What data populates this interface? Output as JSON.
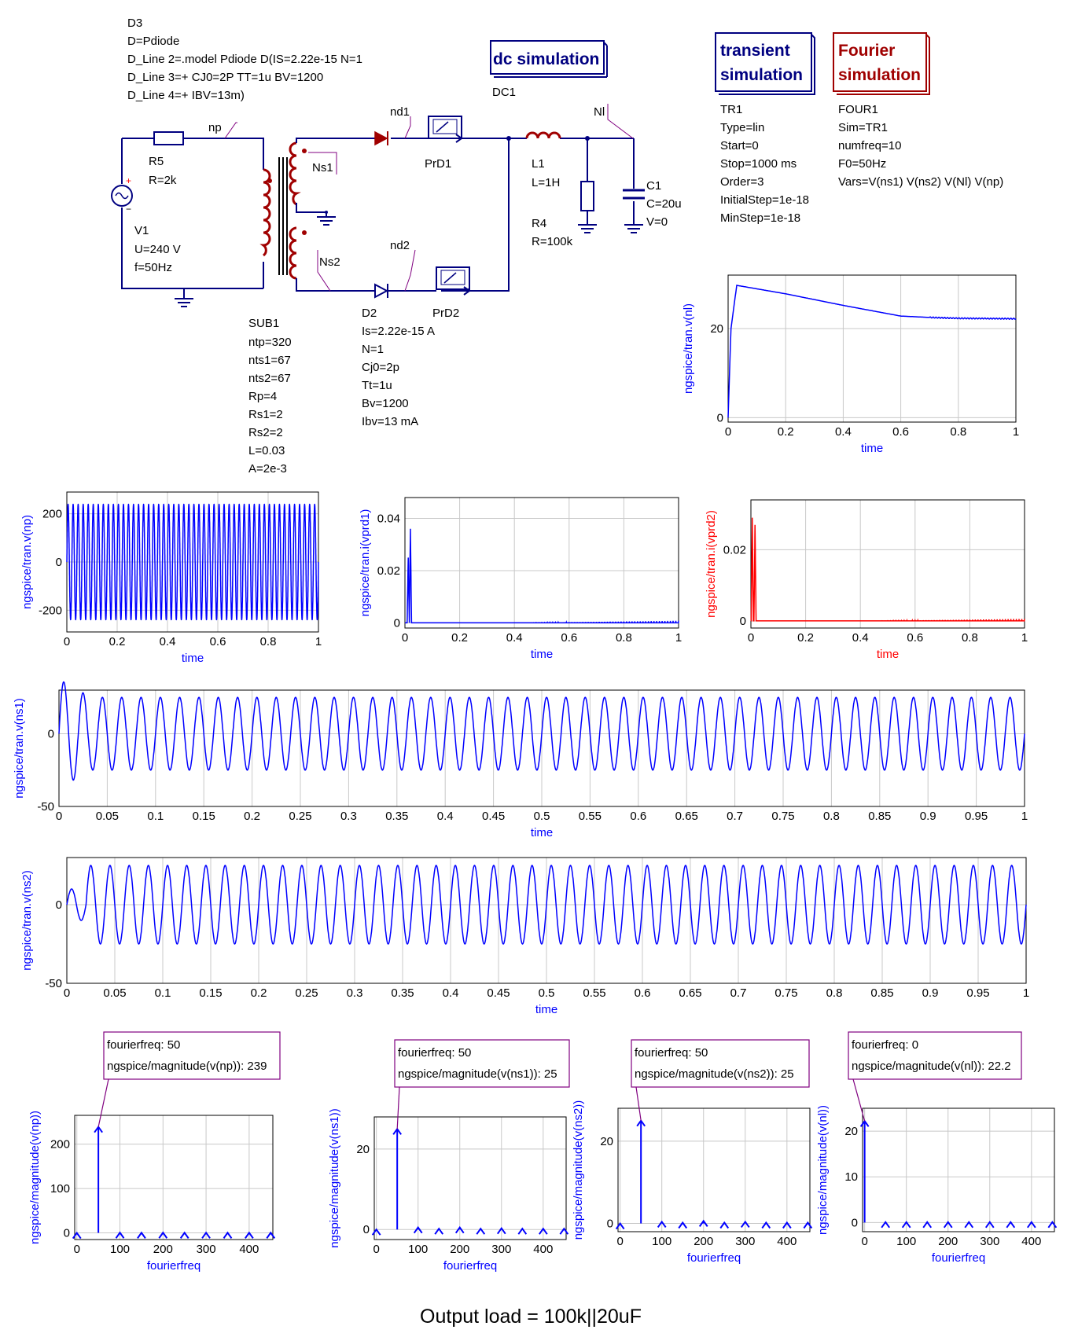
{
  "colors": {
    "wire": "#000080",
    "sub": "#a00000",
    "blue": "#0000ff",
    "red": "#ff0000",
    "marker": "#800080"
  },
  "schematic": {
    "d3": [
      "D3",
      "D=Pdiode",
      "D_Line 2=.model Pdiode D(IS=2.22e-15 N=1",
      "D_Line 3=+ CJ0=2P TT=1u BV=1200",
      "D_Line 4=+ IBV=13m)"
    ],
    "dc": {
      "label": "dc simulation",
      "name": "DC1"
    },
    "tran": {
      "label1": "transient",
      "label2": "simulation",
      "params": [
        "TR1",
        "Type=lin",
        "Start=0",
        "Stop=1000 ms",
        "Order=3",
        "InitialStep=1e-18",
        "MinStep=1e-18"
      ]
    },
    "four": {
      "label1": "Fourier",
      "label2": "simulation",
      "params": [
        "FOUR1",
        "Sim=TR1",
        "numfreq=10",
        "F0=50Hz",
        "Vars=V(ns1) V(ns2) V(Nl) V(np)"
      ]
    },
    "r5": [
      "R5",
      "R=2k"
    ],
    "v1": [
      "V1",
      "U=240 V",
      "f=50Hz"
    ],
    "sub1": [
      "SUB1",
      "ntp=320",
      "nts1=67",
      "nts2=67",
      "Rp=4",
      "Rs1=2",
      "Rs2=2",
      "L=0.03",
      "A=2e-3"
    ],
    "d2": [
      "D2",
      "Is=2.22e-15 A",
      "N=1",
      "Cj0=2p",
      "Tt=1u",
      "Bv=1200",
      "Ibv=13 mA"
    ],
    "l1": [
      "L1",
      "L=1H"
    ],
    "r4": [
      "R4",
      "R=100k"
    ],
    "c1": [
      "C1",
      "C=20u",
      "V=0"
    ],
    "labels": {
      "np": "np",
      "nd1": "nd1",
      "nd2": "nd2",
      "ns1": "Ns1",
      "ns2": "Ns2",
      "nl": "Nl",
      "prd1": "PrD1",
      "prd2": "PrD2"
    }
  },
  "chart_data": [
    {
      "id": "vnl",
      "type": "line",
      "ylabel": "ngspice/tran.v(nl)",
      "xlabel": "time",
      "xlim": [
        0,
        1
      ],
      "ylim": [
        -1,
        32
      ],
      "xticks": [
        "0",
        "0.2",
        "0.4",
        "0.6",
        "0.8",
        "1"
      ],
      "yticks": [
        "0",
        "20"
      ],
      "series": [
        {
          "x": [
            0,
            0.01,
            0.03,
            0.2,
            0.4,
            0.6,
            0.7,
            0.8,
            1
          ],
          "y": [
            0,
            20,
            29.7,
            27.8,
            25.2,
            22.8,
            22.5,
            22.3,
            22.2
          ]
        }
      ]
    },
    {
      "id": "vnp",
      "type": "line",
      "ylabel": "ngspice/tran.v(np)",
      "xlabel": "time",
      "xlim": [
        0,
        1
      ],
      "ylim": [
        -290,
        290
      ],
      "xticks": [
        "0",
        "0.2",
        "0.4",
        "0.6",
        "0.8",
        "1"
      ],
      "yticks": [
        "200",
        "0",
        "-200"
      ],
      "series": [
        {
          "freq": 50,
          "amp": 239
        }
      ]
    },
    {
      "id": "ivprd1",
      "type": "line",
      "ylabel": "ngspice/tran.i(vprd1)",
      "xlabel": "time",
      "xlim": [
        0,
        1
      ],
      "ylim": [
        -0.002,
        0.048
      ],
      "xticks": [
        "0",
        "0.2",
        "0.4",
        "0.6",
        "0.8",
        "1"
      ],
      "yticks": [
        "0",
        "0.02",
        "0.04"
      ],
      "series": [
        {
          "peaks": [
            [
              0.012,
              0.025
            ],
            [
              0.02,
              0.036
            ]
          ]
        }
      ]
    },
    {
      "id": "ivprd2",
      "type": "line",
      "ylabel": "ngspice/tran.i(vprd2)",
      "xlabel": "time",
      "xlim": [
        0,
        1
      ],
      "ylim": [
        -0.002,
        0.034
      ],
      "xticks": [
        "0",
        "0.2",
        "0.4",
        "0.6",
        "0.8",
        "1"
      ],
      "yticks": [
        "0",
        "0.02"
      ],
      "series": [
        {
          "peaks": [
            [
              0.005,
              0.029
            ],
            [
              0.015,
              0.027
            ]
          ]
        }
      ]
    },
    {
      "id": "vns1",
      "type": "line",
      "ylabel": "ngspice/tran.v(ns1)",
      "xlabel": "time",
      "xlim": [
        0,
        1
      ],
      "ylim": [
        -50,
        30
      ],
      "xticks": [
        "0",
        "0.05",
        "0.1",
        "0.15",
        "0.2",
        "0.25",
        "0.3",
        "0.35",
        "0.4",
        "0.45",
        "0.5",
        "0.55",
        "0.6",
        "0.65",
        "0.7",
        "0.75",
        "0.8",
        "0.85",
        "0.9",
        "0.95",
        "1"
      ],
      "yticks": [
        "0",
        "-50"
      ],
      "series": [
        {
          "freq": 50,
          "amp": 25
        }
      ]
    },
    {
      "id": "vns2",
      "type": "line",
      "ylabel": "ngspice/tran.v(ns2)",
      "xlabel": "time",
      "xlim": [
        0,
        1
      ],
      "ylim": [
        -50,
        30
      ],
      "xticks": [
        "0",
        "0.05",
        "0.1",
        "0.15",
        "0.2",
        "0.25",
        "0.3",
        "0.35",
        "0.4",
        "0.45",
        "0.5",
        "0.55",
        "0.6",
        "0.65",
        "0.7",
        "0.75",
        "0.8",
        "0.85",
        "0.9",
        "0.95",
        "1"
      ],
      "yticks": [
        "0",
        "-50"
      ],
      "series": [
        {
          "freq": 50,
          "amp": 25
        }
      ]
    },
    {
      "id": "fnp",
      "type": "bar",
      "ylabel": "ngspice/magnitude(v(np))",
      "xlabel": "fourierfreq",
      "xlim": [
        -5,
        455
      ],
      "ylim": [
        -15,
        265
      ],
      "xticks": [
        "0",
        "100",
        "200",
        "300",
        "400"
      ],
      "yticks": [
        "0",
        "100",
        "200"
      ],
      "x": [
        0,
        50,
        100,
        150,
        200,
        250,
        300,
        350,
        400,
        450
      ],
      "values": [
        0,
        239,
        0.5,
        0.3,
        0.5,
        0.3,
        0.4,
        0.3,
        0.3,
        0.3
      ],
      "marker": {
        "x": "fourierfreq: 50",
        "y": "ngspice/magnitude(v(np)): 239"
      }
    },
    {
      "id": "fns1",
      "type": "bar",
      "ylabel": "ngspice/magnitude(v(ns1))",
      "xlabel": "fourierfreq",
      "xlim": [
        -5,
        455
      ],
      "ylim": [
        -2.5,
        28
      ],
      "xticks": [
        "0",
        "100",
        "200",
        "300",
        "400"
      ],
      "yticks": [
        "0",
        "20"
      ],
      "x": [
        0,
        50,
        100,
        150,
        200,
        250,
        300,
        350,
        400,
        450
      ],
      "values": [
        0,
        25,
        0.5,
        0.2,
        0.5,
        0.2,
        0.3,
        0.2,
        0.2,
        0.2
      ],
      "marker": {
        "x": "fourierfreq: 50",
        "y": "ngspice/magnitude(v(ns1)): 25"
      }
    },
    {
      "id": "fns2",
      "type": "bar",
      "ylabel": "ngspice/magnitude(v(ns2))",
      "xlabel": "fourierfreq",
      "xlim": [
        -5,
        455
      ],
      "ylim": [
        -2,
        28
      ],
      "xticks": [
        "0",
        "100",
        "200",
        "300",
        "400"
      ],
      "yticks": [
        "0",
        "20"
      ],
      "x": [
        0,
        50,
        100,
        150,
        200,
        250,
        300,
        350,
        400,
        450
      ],
      "values": [
        0,
        25,
        0.4,
        0.2,
        0.6,
        0.2,
        0.4,
        0.2,
        0.2,
        0.2
      ],
      "marker": {
        "x": "fourierfreq: 50",
        "y": "ngspice/magnitude(v(ns2)): 25"
      }
    },
    {
      "id": "fnl",
      "type": "bar",
      "ylabel": "ngspice/magnitude(v(nl))",
      "xlabel": "fourierfreq",
      "xlim": [
        -5,
        455
      ],
      "ylim": [
        -2,
        25
      ],
      "xticks": [
        "0",
        "100",
        "200",
        "300",
        "400"
      ],
      "yticks": [
        "0",
        "10",
        "20"
      ],
      "x": [
        0,
        50,
        100,
        150,
        200,
        250,
        300,
        350,
        400,
        450
      ],
      "values": [
        22.2,
        0.1,
        0.1,
        0.1,
        0.1,
        0.1,
        0.1,
        0.1,
        0.1,
        0.1
      ],
      "marker": {
        "x": "fourierfreq: 0",
        "y": "ngspice/magnitude(v(nl)): 22.2"
      }
    }
  ],
  "footer": "Output load = 100k||20uF"
}
